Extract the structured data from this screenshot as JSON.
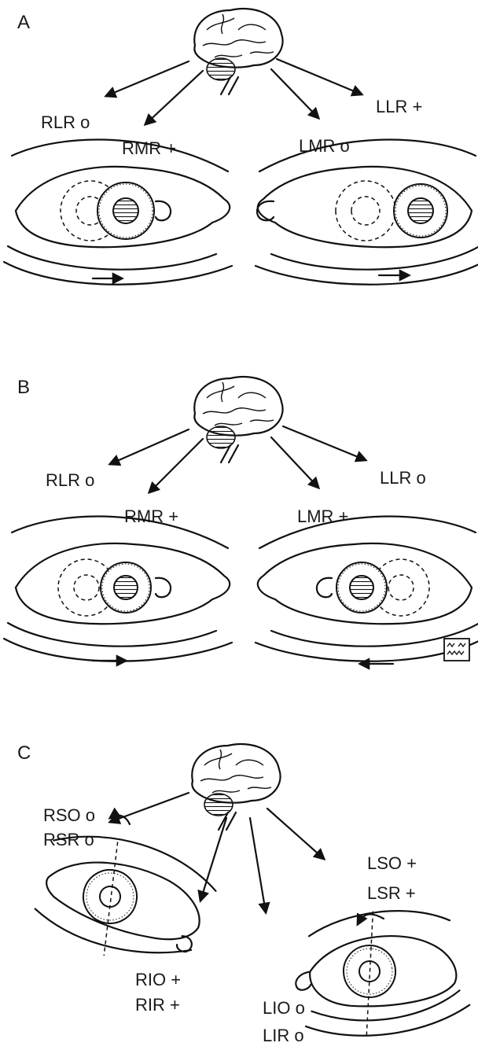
{
  "panels": [
    {
      "letter": "A",
      "labels": {
        "rlr": "RLR o",
        "rmr": "RMR +",
        "lmr": "LMR o",
        "llr": "LLR +"
      }
    },
    {
      "letter": "B",
      "labels": {
        "rlr": "RLR o",
        "rmr": "RMR +",
        "lmr": "LMR +",
        "llr": "LLR o"
      }
    },
    {
      "letter": "C",
      "labels": {
        "rso": "RSO o",
        "rsr": "RSR o",
        "lso": "LSO +",
        "lsr": "LSR +",
        "rio": "RIO +",
        "rir": "RIR +",
        "lio": "LIO o",
        "lir": "LIR o"
      }
    }
  ],
  "icon_names": [
    "brain-icon",
    "eye-icon",
    "arrow-icon",
    "torsion-arrow-icon",
    "wave-trace-icon"
  ]
}
